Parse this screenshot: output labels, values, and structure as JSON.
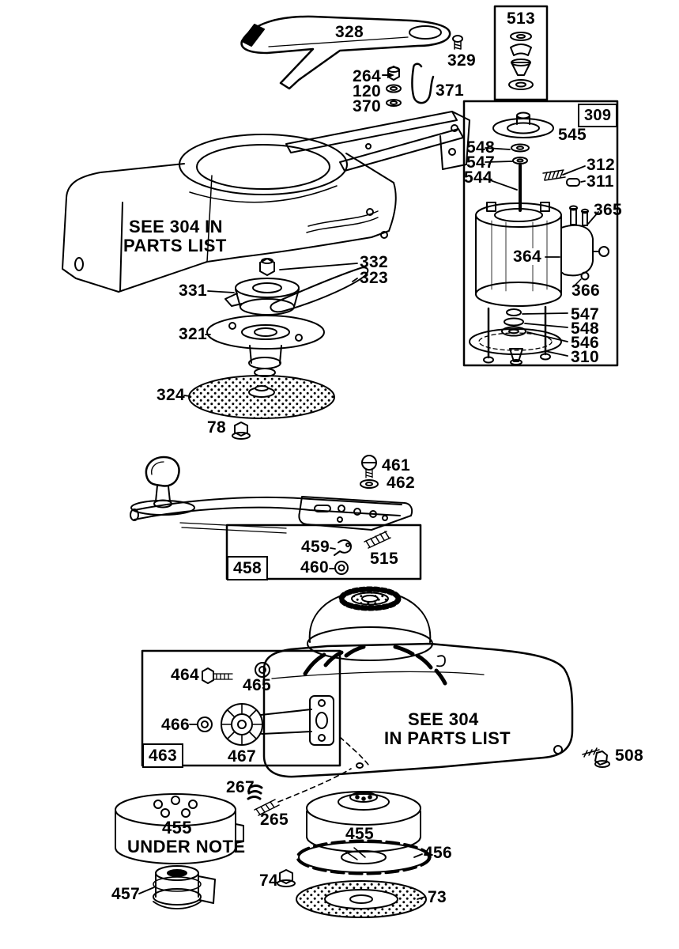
{
  "groups": {
    "g513": "513",
    "g309": "309",
    "g458": "458",
    "g463": "463"
  },
  "notes": {
    "upper_housing_1": "SEE 304 IN",
    "upper_housing_2": "PARTS LIST",
    "lower_housing_1": "SEE 304",
    "lower_housing_2": "IN PARTS LIST",
    "left_pulley_1": "455",
    "left_pulley_2": "UNDER NOTE"
  },
  "parts": {
    "p328": "328",
    "p329": "329",
    "p264": "264",
    "p120": "120",
    "p370": "370",
    "p371": "371",
    "p545": "545",
    "p548_upper": "548",
    "p547_upper": "547",
    "p544": "544",
    "p312": "312",
    "p311": "311",
    "p365": "365",
    "p364": "364",
    "p366": "366",
    "p547_lower": "547",
    "p548_lower": "548",
    "p546": "546",
    "p310": "310",
    "p332": "332",
    "p323": "323",
    "p331": "331",
    "p321": "321",
    "p324": "324",
    "p78": "78",
    "p461": "461",
    "p462": "462",
    "p459": "459",
    "p515": "515",
    "p460": "460",
    "p464": "464",
    "p465": "465",
    "p466": "466",
    "p467": "467",
    "p508": "508",
    "p267": "267",
    "p265": "265",
    "p455_center": "455",
    "p456": "456",
    "p74": "74",
    "p73": "73",
    "p457": "457"
  },
  "colors": {
    "ink": "#000000",
    "paper": "#ffffff"
  }
}
